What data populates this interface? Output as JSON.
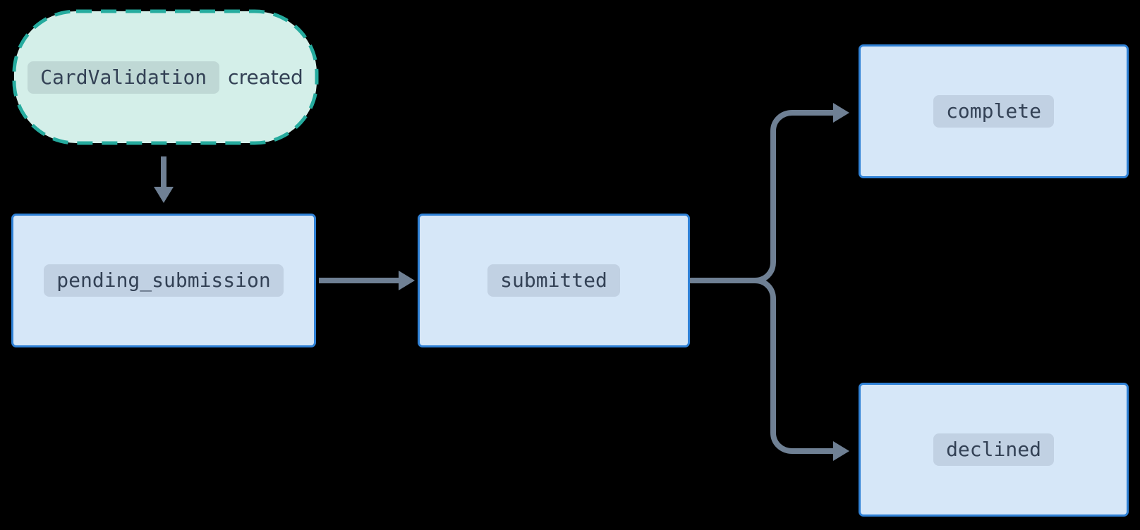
{
  "diagram": {
    "type": "state-flowchart",
    "event": {
      "code": "CardValidation",
      "label": "created"
    },
    "states": {
      "pending_submission": "pending_submission",
      "submitted": "submitted",
      "complete": "complete",
      "declined": "declined"
    },
    "transitions": [
      {
        "from": "CardValidation created",
        "to": "pending_submission"
      },
      {
        "from": "pending_submission",
        "to": "submitted"
      },
      {
        "from": "submitted",
        "to": "complete"
      },
      {
        "from": "submitted",
        "to": "declined"
      }
    ]
  },
  "colors": {
    "background": "#000000",
    "state_fill": "#d6e7f8",
    "state_border": "#2f81d6",
    "event_fill": "#d4efe9",
    "event_border": "#25ab9e",
    "badge_bg": "rgba(51,65,85,0.13)",
    "text_color": "#334155",
    "arrow_color": "#6f8094"
  }
}
